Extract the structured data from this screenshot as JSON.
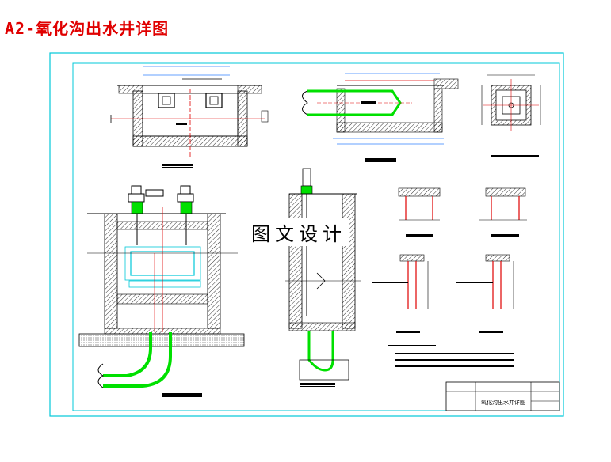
{
  "page": {
    "title": "A2-氧化沟出水井详图"
  },
  "watermark": {
    "text": "图文设计"
  },
  "colors": {
    "border": "#00c8d8",
    "pipe": "#00e000",
    "red_line": "#e00000",
    "blue_line": "#3080ff",
    "title_red": "#e00000",
    "ink": "#000000"
  },
  "title_block": {
    "drawing_name": "氧化沟出水井详图"
  },
  "icons": [
    "valve-actuator-icon",
    "pipe-break-icon",
    "section-marker-icon"
  ]
}
